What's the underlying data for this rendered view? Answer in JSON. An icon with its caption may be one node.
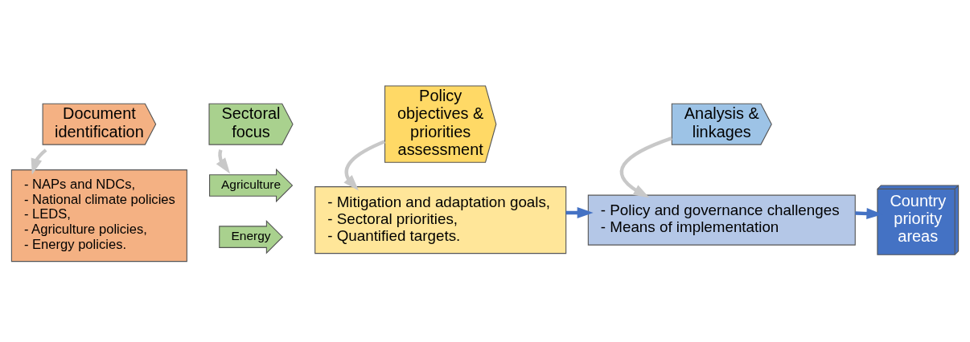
{
  "diagram": {
    "nodes": [
      {
        "text": [
          "Document identification"
        ]
      },
      {
        "text": [
          "Sectoral focus"
        ]
      },
      {
        "text": [
          "Policy objectives & priorities assessment"
        ]
      },
      {
        "text": [
          "Analysis & linkages"
        ]
      },
      {
        "text": [
          "- NAPs and NDCs,",
          "- National climate policies",
          "- LEDS,",
          "- Agriculture policies,",
          "- Energy policies."
        ]
      },
      {
        "text": [
          "Agriculture"
        ]
      },
      {
        "text": [
          "Energy"
        ]
      },
      {
        "text": [
          "- Mitigation and adaptation goals,",
          "- Sectoral priorities,",
          "- Quantified targets."
        ]
      },
      {
        "text": [
          "- Policy and governance challenges",
          "- Means of implementation"
        ]
      },
      {
        "text": [
          "Country priority areas"
        ]
      }
    ],
    "edges": [
      {
        "from": 0,
        "to": 4,
        "arrow": "to"
      },
      {
        "from": 1,
        "to": 5,
        "arrow": "to"
      },
      {
        "from": 2,
        "to": 7,
        "arrow": "to"
      },
      {
        "from": 3,
        "to": 8,
        "arrow": "to"
      },
      {
        "from": 7,
        "to": 8,
        "arrow": "to",
        "color": "#4472c4"
      },
      {
        "from": 8,
        "to": 9,
        "arrow": "to",
        "color": "#4472c4"
      }
    ]
  }
}
